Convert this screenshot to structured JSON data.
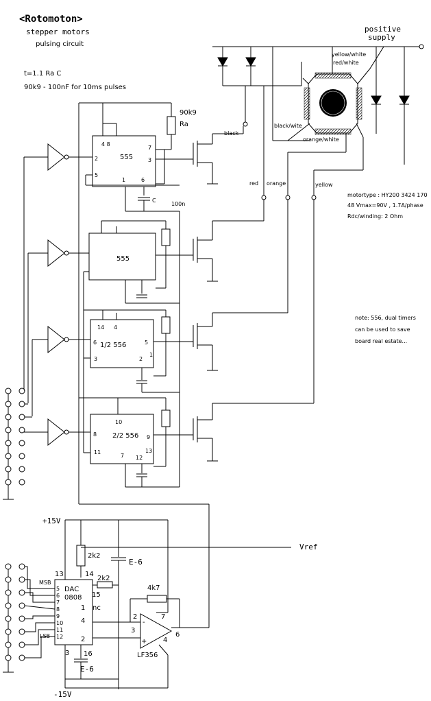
{
  "header": {
    "title": "<Rotomoton>",
    "subtitle1": "stepper motors",
    "subtitle2": "pulsing circuit",
    "formula": "t=1.1 Ra C",
    "timing_note": "90k9 - 100nF for 10ms pulses"
  },
  "supply": {
    "positive_line1": "positive",
    "positive_line2": "supply",
    "plus15": "+15V",
    "minus15": "-15V",
    "vref": "Vref"
  },
  "motor": {
    "wire_labels": {
      "yellow_white": "yellow/white",
      "red_white": "red/white",
      "black_white": "black/wite",
      "orange_white": "orange/white",
      "black": "black",
      "red": "red",
      "orange": "orange",
      "yellow": "yellow"
    },
    "spec_type": "motortype : HY200 3424 170",
    "spec_ratings": "48  Vmax=90V , 1.7A/phase",
    "spec_rdc": "Rdc/winding: 2 Ohm"
  },
  "note": {
    "line1": "note: 556, dual timers",
    "line2": "can be used to save",
    "line3": "board real estate..."
  },
  "timers": {
    "t1": {
      "name": "555",
      "pin_tl": "4  8",
      "pin_r1": "7",
      "pin_r2": "3",
      "pin_l1": "2",
      "pin_l2": "5",
      "pin_b1": "1",
      "pin_b2": "6"
    },
    "t2": {
      "name": "555"
    },
    "t3": {
      "name": "1/2 556",
      "pin_t1": "14",
      "pin_t2": "4",
      "pin_l1": "6",
      "pin_l2": "3",
      "pin_r1": "5",
      "pin_r2": "1",
      "pin_r3": "2"
    },
    "t4": {
      "name": "2/2 556",
      "pin_t1": "10",
      "pin_l1": "8",
      "pin_l2": "11",
      "pin_r1": "9",
      "pin_r2": "13",
      "pin_b1": "7",
      "pin_b2": "12"
    }
  },
  "components": {
    "ra_value": "90k9",
    "ra_name": "Ra",
    "cap_name": "C",
    "cap_value": "100n",
    "dac_name1": "DAC",
    "dac_name2": "0808",
    "dac_msb": "MSB",
    "dac_lsb": "LSB",
    "dac_pins_left": [
      "5",
      "6",
      "7",
      "8",
      "9",
      "10",
      "11",
      "12"
    ],
    "dac_pin13": "13",
    "dac_pin14": "14",
    "dac_pin15": "15",
    "dac_pin1": "1",
    "dac_nc": "nc",
    "dac_pin4": "4",
    "dac_pin2": "2",
    "dac_pin3": "3",
    "dac_pin16": "16",
    "r_2k2_a": "2k2",
    "r_2k2_b": "2k2",
    "cap_e6_a": "E-6",
    "cap_e6_b": "E-6",
    "r_4k7": "4k7",
    "opamp_name": "LF356",
    "op_pin2": "2",
    "op_pin3": "3",
    "op_pin7": "7",
    "op_pin6": "6",
    "op_pin4": "4",
    "op_minus": "-",
    "op_plus": "+"
  }
}
